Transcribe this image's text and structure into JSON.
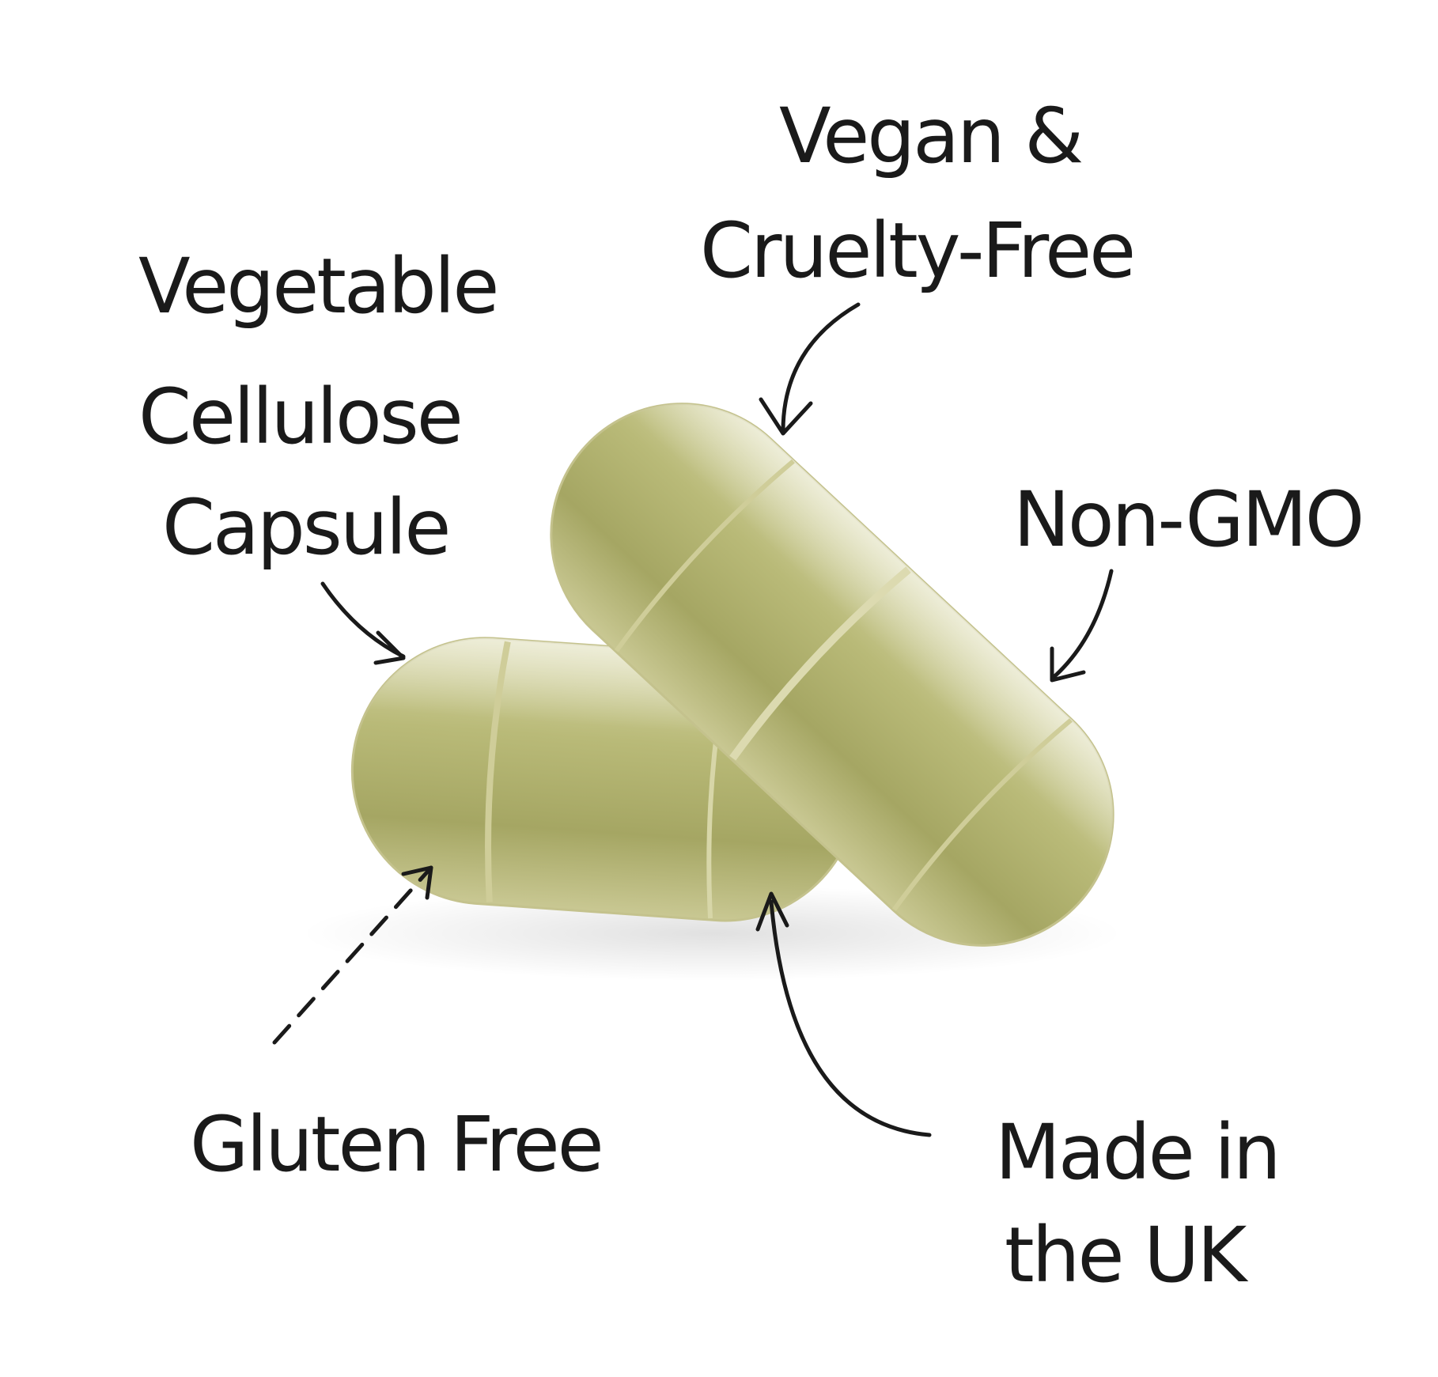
{
  "labels": {
    "vegan_line1": "Vegan &",
    "vegan_line2": "Cruelty-Free",
    "capsule_line1": "Vegetable",
    "capsule_line2": "Cellulose",
    "capsule_line3": "Capsule",
    "non_gmo": "Non-GMO",
    "gluten_free": "Gluten Free",
    "made_line1": "Made in",
    "made_line2": "the UK"
  },
  "colors": {
    "capsule_shell": "#d8d6a6",
    "capsule_powder": "#a6a763",
    "ink": "#1a1a1a"
  }
}
